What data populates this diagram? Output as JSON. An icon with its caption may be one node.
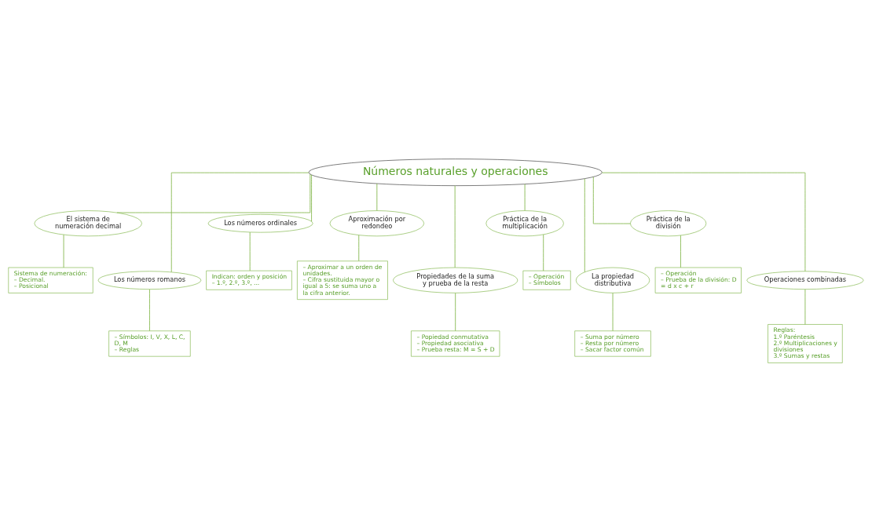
{
  "diagram": {
    "nodes": [
      {
        "text": [
          "Números naturales y operaciones"
        ]
      },
      {
        "text": [
          "El sistema de numeración decimal"
        ]
      },
      {
        "text": [
          "Los números romanos"
        ]
      },
      {
        "text": [
          "Los números ordinales"
        ]
      },
      {
        "text": [
          "Aproximación por redondeo"
        ]
      },
      {
        "text": [
          "Propiedades de la suma y prueba de la resta"
        ]
      },
      {
        "text": [
          "Práctica de la multiplicación"
        ]
      },
      {
        "text": [
          "La propiedad distributiva"
        ]
      },
      {
        "text": [
          "Práctica de la división"
        ]
      },
      {
        "text": [
          "Operaciones combinadas"
        ]
      },
      {
        "text": [
          "Sistema de numeración:",
          "– Decimal.",
          "– Posicional"
        ]
      },
      {
        "text": [
          "– Símbolos: I, V, X, L, C, D, M",
          "– Reglas"
        ]
      },
      {
        "text": [
          "Indican: orden y posición",
          "– 1.º, 2.º, 3.º, ..."
        ]
      },
      {
        "text": [
          "– Aproximar a un orden de unidades.",
          "– Cifra sustituida mayor o igual a 5: se suma uno a la cifra anterior."
        ]
      },
      {
        "text": [
          "– Popiedad conmutativa",
          "– Propiedad asociativa",
          "– Prueba resta: M = S + D"
        ]
      },
      {
        "text": [
          "– Operación",
          "– Símbolos"
        ]
      },
      {
        "text": [
          "– Suma por número",
          "– Resta por número",
          "– Sacar factor común"
        ]
      },
      {
        "text": [
          "– Operación",
          "– Prueba de la división: D = d x c + r"
        ]
      },
      {
        "text": [
          "Reglas:",
          "1.º Paréntesis",
          "2.º Multiplicaciones y divisiones",
          "3.º Sumas y restas"
        ]
      }
    ],
    "edges": [
      {
        "from": 0,
        "to": 1,
        "arrow": "none"
      },
      {
        "from": 0,
        "to": 2,
        "arrow": "none"
      },
      {
        "from": 0,
        "to": 3,
        "arrow": "none"
      },
      {
        "from": 0,
        "to": 4,
        "arrow": "none"
      },
      {
        "from": 0,
        "to": 5,
        "arrow": "none"
      },
      {
        "from": 0,
        "to": 6,
        "arrow": "none"
      },
      {
        "from": 0,
        "to": 7,
        "arrow": "none"
      },
      {
        "from": 0,
        "to": 8,
        "arrow": "none"
      },
      {
        "from": 0,
        "to": 9,
        "arrow": "none"
      },
      {
        "from": 1,
        "to": 10,
        "arrow": "none"
      },
      {
        "from": 2,
        "to": 11,
        "arrow": "none"
      },
      {
        "from": 3,
        "to": 12,
        "arrow": "none"
      },
      {
        "from": 4,
        "to": 13,
        "arrow": "none"
      },
      {
        "from": 5,
        "to": 14,
        "arrow": "none"
      },
      {
        "from": 6,
        "to": 15,
        "arrow": "none"
      },
      {
        "from": 7,
        "to": 16,
        "arrow": "none"
      },
      {
        "from": 8,
        "to": 17,
        "arrow": "none"
      },
      {
        "from": 9,
        "to": 18,
        "arrow": "none"
      }
    ]
  }
}
